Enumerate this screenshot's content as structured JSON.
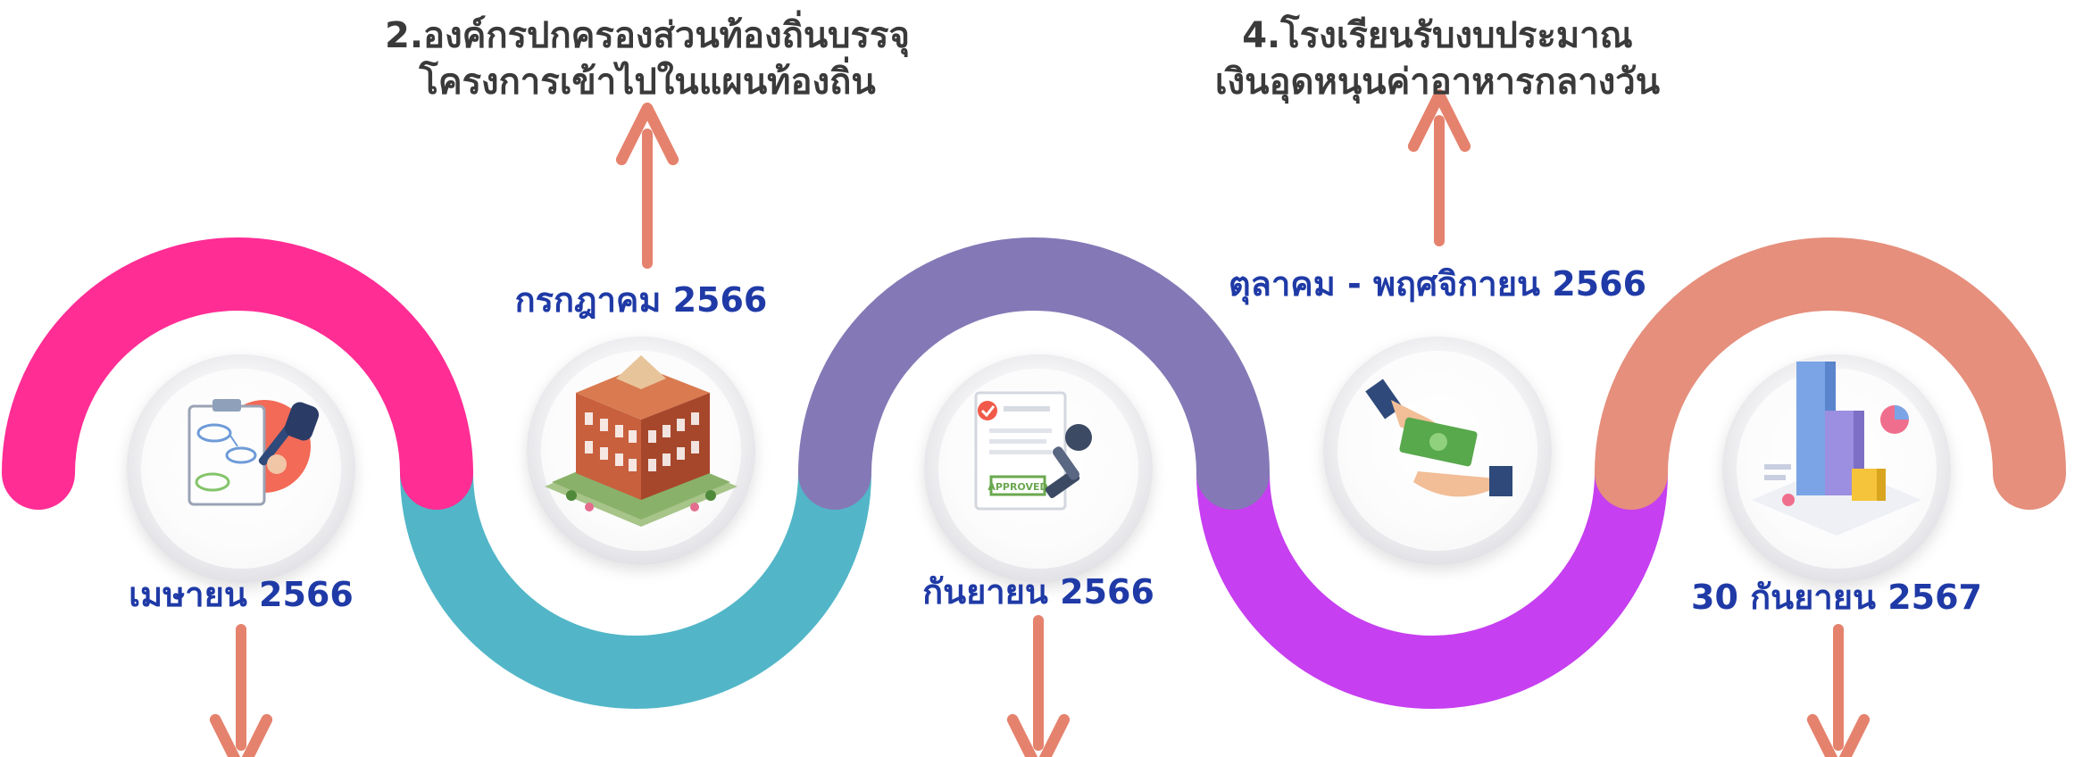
{
  "colors": {
    "arc_1": "#ff2d94",
    "arc_2": "#52b6c8",
    "arc_3": "#8479b6",
    "arc_4": "#c63ff0",
    "arc_5": "#e58f7c",
    "arrow": "#e5826d",
    "date_text": "#1f3aa6",
    "title_text": "#3a3a3a"
  },
  "steps": [
    {
      "date": "เมษายน 2566",
      "icon": "planning-clipboard-icon"
    },
    {
      "date": "กรกฎาคม 2566",
      "title_line1": "2.องค์กรปกครองส่วนท้องถิ่นบรรจุ",
      "title_line2": "โครงการเข้าไปในแผนท้องถิ่น",
      "icon": "school-building-icon"
    },
    {
      "date": "กันยายน 2566",
      "icon": "approved-stamp-icon"
    },
    {
      "date": "ตุลาคม - พฤศจิกายน 2566",
      "title_line1": "4.โรงเรียนรับงบประมาณ",
      "title_line2": "เงินอุดหนุนค่าอาหารกลางวัน",
      "icon": "money-handover-icon"
    },
    {
      "date": "30 กันยายน 2567",
      "icon": "report-chart-icon"
    }
  ]
}
